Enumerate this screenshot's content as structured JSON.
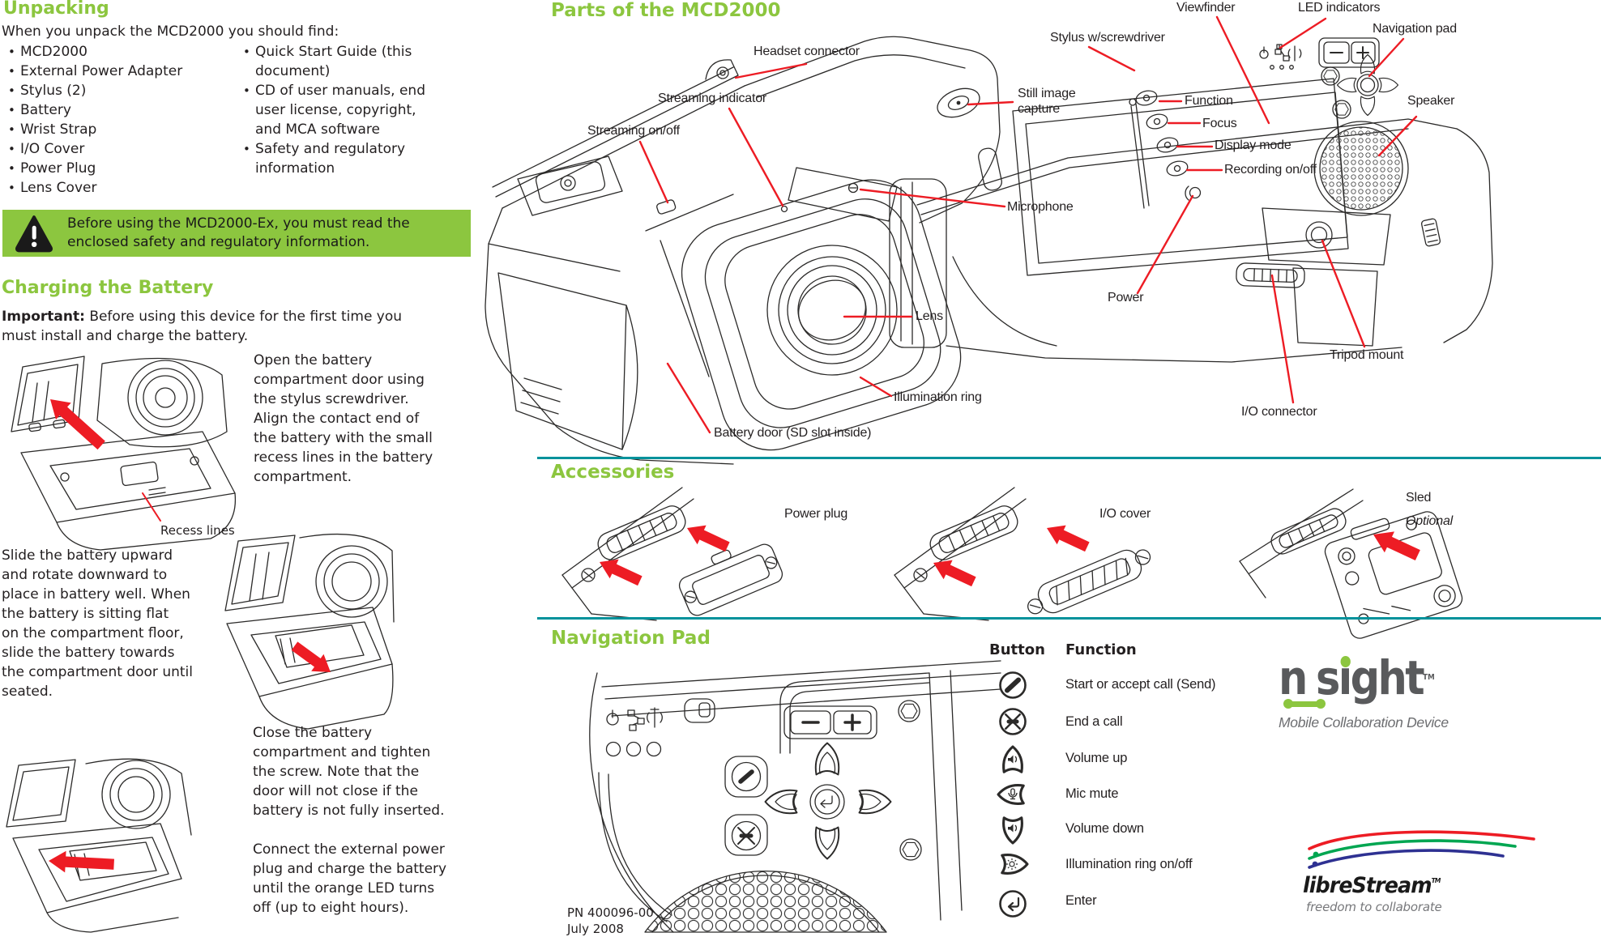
{
  "doc": {
    "part_number": "PN 400096-00",
    "date": "July 2008"
  },
  "colors": {
    "heading_green": "#8cc63f",
    "callout_red": "#ed1c24",
    "divider_teal": "#00929b",
    "ink": "#231f20",
    "logo_gray": "#595a5c"
  },
  "unpacking": {
    "title": "Unpacking",
    "intro": "When you unpack the MCD2000 you should find:",
    "items_left": [
      "MCD2000",
      "External Power Adapter",
      "Stylus (2)",
      "Battery",
      "Wrist Strap",
      "I/O Cover",
      "Power Plug",
      "Lens Cover"
    ],
    "items_right": [
      "Quick Start Guide (this\ndocument)",
      "CD of user manuals, end\nuser license, copyright,\nand MCA software",
      "Safety and regulatory\ninformation"
    ],
    "warning": "Before using the MCD2000-Ex, you must read the\nenclosed safety and regulatory information."
  },
  "charging": {
    "title": "Charging the Battery",
    "important_label": "Important:",
    "important_rest": "Before using this device for the first time you\nmust install and charge the battery.",
    "step_open": "Open the battery\ncompartment door using\nthe stylus screwdriver.\nAlign the contact end of\nthe battery with the small\nrecess lines in the battery\ncompartment.",
    "recess_label": "Recess lines",
    "step_slide": "Slide the battery upward\nand rotate downward to\nplace in battery well. When\nthe battery is sitting flat\non the compartment floor,\nslide the battery towards\nthe compartment door until\nseated.",
    "step_close": "Close the battery\ncompartment and tighten\nthe screw. Note that the\ndoor will not close if the\nbattery is not fully inserted.",
    "step_connect": "Connect the external power\nplug and charge the battery\nuntil the orange LED turns\noff (up to eight hours)."
  },
  "parts": {
    "title": "Parts of the MCD2000",
    "front": {
      "headset": "Headset connector",
      "streaming_indicator": "Streaming indicator",
      "streaming_onoff": "Streaming on/off",
      "still_image": "Still image\ncapture",
      "microphone": "Microphone",
      "lens": "Lens",
      "illumination_ring": "Illumination ring",
      "battery_door": "Battery door (SD slot inside)"
    },
    "back": {
      "viewfinder": "Viewfinder",
      "led_indicators": "LED indicators",
      "navigation_pad": "Navigation pad",
      "stylus": "Stylus w/screwdriver",
      "function": "Function",
      "focus": "Focus",
      "display_mode": "Display mode",
      "recording": "Recording on/off",
      "speaker": "Speaker",
      "power": "Power",
      "tripod": "Tripod mount",
      "io_connector": "I/O connector"
    }
  },
  "accessories": {
    "title": "Accessories",
    "power_plug": "Power plug",
    "io_cover": "I/O cover",
    "sled": "Sled",
    "sled_note": "Optional"
  },
  "navpad": {
    "title": "Navigation Pad",
    "col_button": "Button",
    "col_function": "Function",
    "rows": [
      {
        "icon": "send-call",
        "function": "Start or accept call (Send)"
      },
      {
        "icon": "end-call",
        "function": "End a call"
      },
      {
        "icon": "volume-up",
        "function": "Volume up"
      },
      {
        "icon": "mic-mute",
        "function": "Mic mute"
      },
      {
        "icon": "volume-down",
        "function": "Volume down"
      },
      {
        "icon": "illumination-ring",
        "function": "Illumination ring on/off"
      },
      {
        "icon": "enter",
        "function": "Enter"
      }
    ]
  },
  "branding": {
    "product_name_part1": "n",
    "product_name_part2": "sight",
    "product_tm": "TM",
    "product_tagline": "Mobile Collaboration Device",
    "company_name": "libreStream",
    "company_tm": "TM",
    "company_tagline": "freedom to collaborate"
  }
}
